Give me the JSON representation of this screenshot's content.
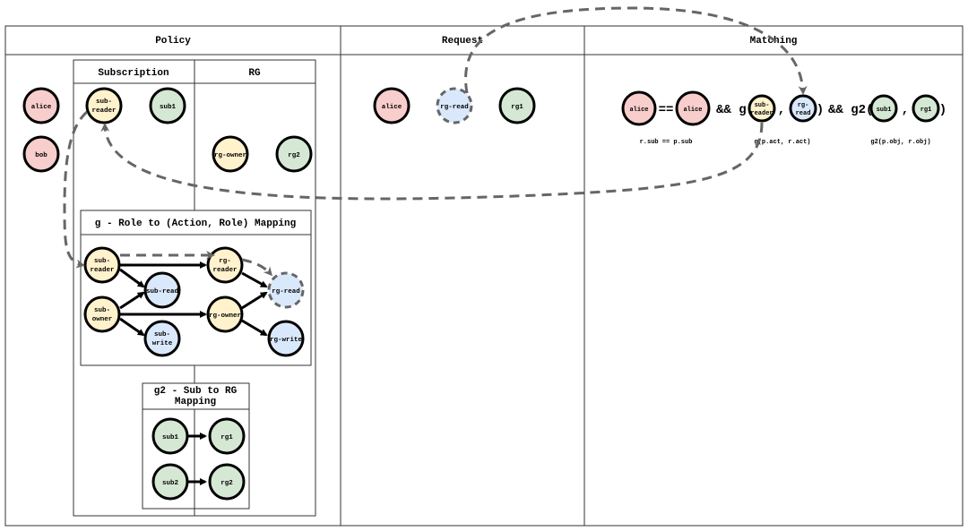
{
  "columns": {
    "policy": "Policy",
    "request": "Request",
    "matching": "Matching"
  },
  "policy": {
    "subscription_header": "Subscription",
    "rg_header": "RG",
    "g_title": "g - Role to (Action, Role) Mapping",
    "g2_title_line1": "g2 - Sub to RG",
    "g2_title_line2": "Mapping"
  },
  "nodes": {
    "alice": "alice",
    "bob": "bob",
    "sub_reader_1": "sub-",
    "sub_reader_2": "reader",
    "sub1": "sub1",
    "rg_owner": "rg-owner",
    "rg2": "rg2",
    "g_sub_reader_1": "sub-",
    "g_sub_reader_2": "reader",
    "g_sub_owner_1": "sub-",
    "g_sub_owner_2": "owner",
    "g_sub_read": "sub-read",
    "g_sub_write_1": "sub-",
    "g_sub_write_2": "write",
    "g_rg_reader_1": "rg-",
    "g_rg_reader_2": "reader",
    "g_rg_owner": "rg-owner",
    "g_rg_read": "rg-read",
    "g_rg_write": "rg-write",
    "g2_sub1": "sub1",
    "g2_rg1": "rg1",
    "g2_sub2": "sub2",
    "g2_rg2": "rg2"
  },
  "request": {
    "subject": "alice",
    "action": "rg-read",
    "object": "rg1"
  },
  "matching": {
    "r_sub": "alice",
    "eq": "==",
    "p_sub": "alice",
    "and1": "&& g(",
    "g_arg1_line1": "sub-",
    "g_arg1_line2": "reader",
    "comma1": ",",
    "g_arg2_line1": "rg-",
    "g_arg2_line2": "read",
    "close1": ")",
    "and2": "&& g2(",
    "g2_arg1": "sub1",
    "comma2": ",",
    "g2_arg2": "rg1",
    "close2": ")",
    "caption1": "r.sub == p.sub",
    "caption2": "g(p.act, r.act)",
    "caption3": "g2(p.obj, r.obj)"
  },
  "colors": {
    "subject_fill": "#f8cecc",
    "role_fill": "#fff2cc",
    "action_fill": "#dae8fc",
    "resource_fill": "#d5e8d4",
    "dashed_stroke": "#666666"
  }
}
